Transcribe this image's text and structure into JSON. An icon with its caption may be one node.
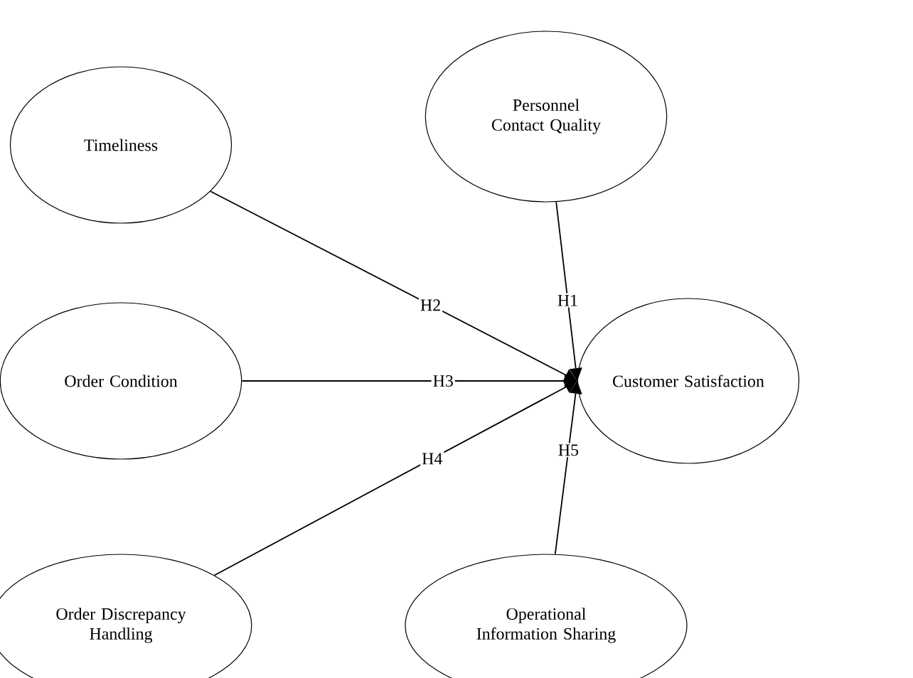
{
  "diagram": {
    "nodes": [
      {
        "text": [
          "Timeliness"
        ]
      },
      {
        "text": [
          "Personnel Contact Quality"
        ]
      },
      {
        "text": [
          "Order Condition"
        ]
      },
      {
        "text": [
          "Customer Satisfaction"
        ]
      },
      {
        "text": [
          "Order Discrepancy Handling"
        ]
      },
      {
        "text": [
          "Operational Information Sharing"
        ]
      }
    ],
    "edges": [
      {
        "from": 1,
        "to": 3,
        "arrow": "to",
        "label": "H1"
      },
      {
        "from": 0,
        "to": 3,
        "arrow": "to",
        "label": "H2"
      },
      {
        "from": 2,
        "to": 3,
        "arrow": "to",
        "label": "H3"
      },
      {
        "from": 4,
        "to": 3,
        "arrow": "to",
        "label": "H4"
      },
      {
        "from": 5,
        "to": 3,
        "arrow": "to",
        "label": "H5"
      }
    ]
  }
}
